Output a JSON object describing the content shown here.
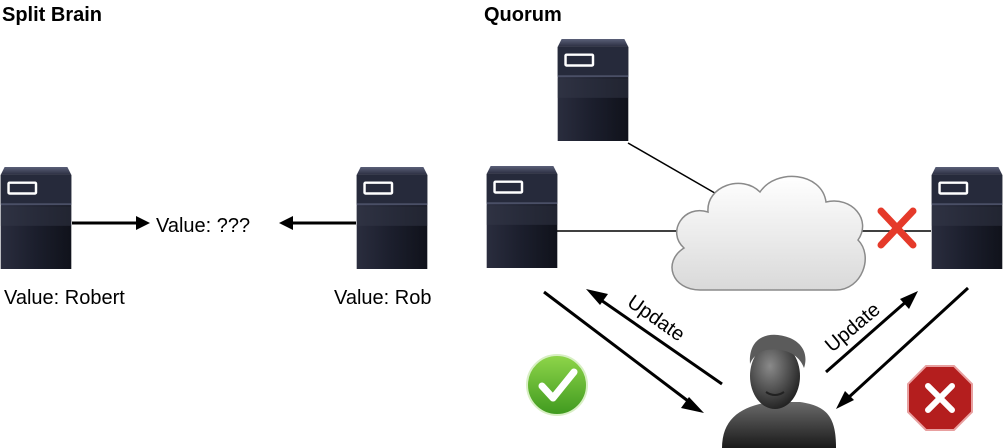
{
  "diagram": {
    "split_brain": {
      "title": "Split Brain",
      "center_value": "Value: ???",
      "left_server_value": "Value: Robert",
      "right_server_value": "Value: Rob"
    },
    "quorum": {
      "title": "Quorum",
      "update_left": "Update",
      "update_right": "Update",
      "status_left": "success-check-icon",
      "status_right": "failure-x-octagon-icon",
      "broken_link": "red-x-icon"
    },
    "colors": {
      "server_body": "#1d2030",
      "server_stripe": "#4a4f66",
      "cloud_fill": "#f2f2f2",
      "success_green": "#5cb82e",
      "failure_red": "#b41e1e",
      "broken_link_red": "#e53a2a"
    }
  }
}
